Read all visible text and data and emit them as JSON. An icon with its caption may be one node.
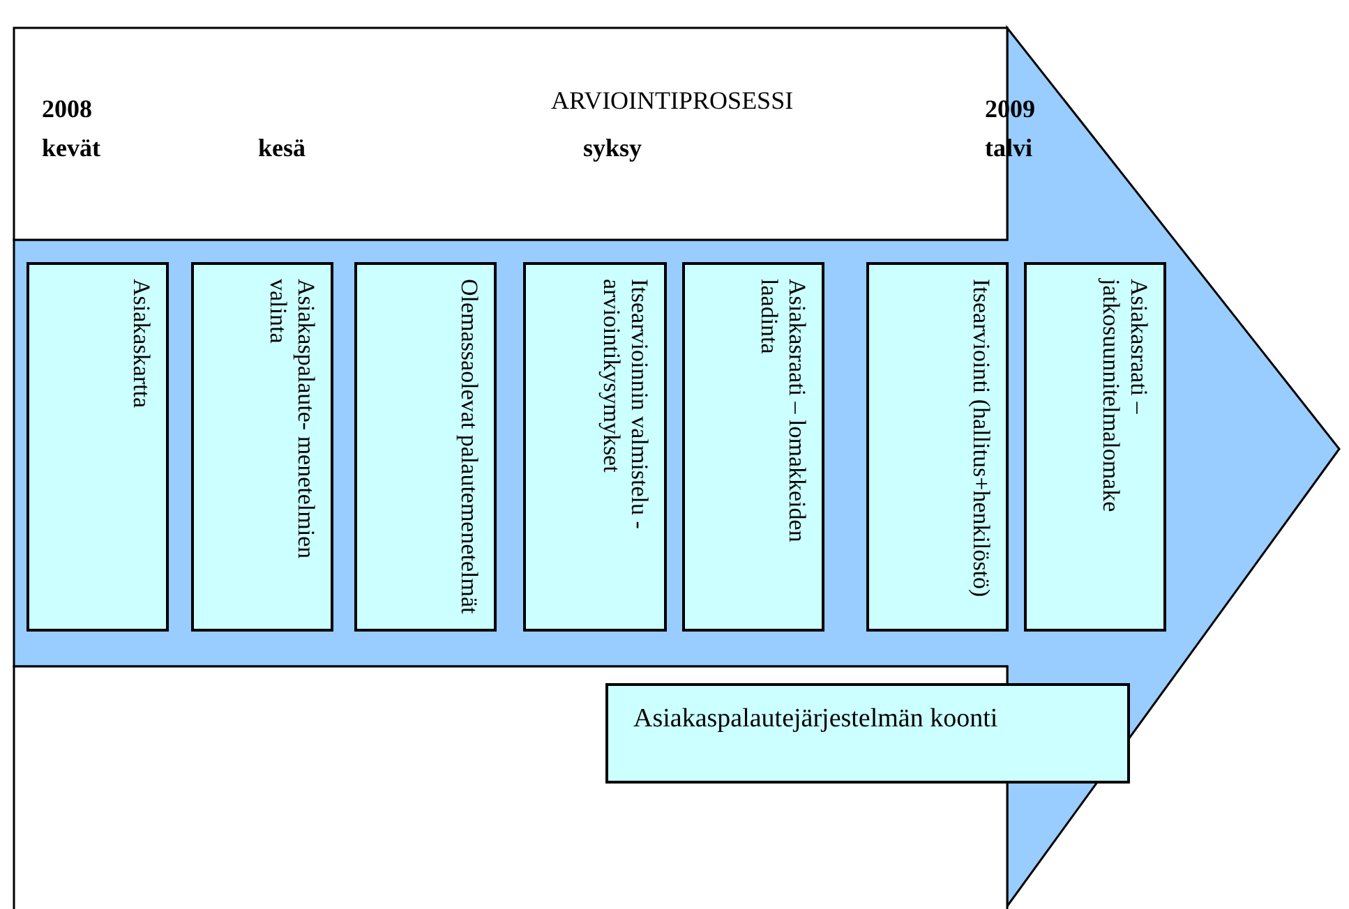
{
  "diagram": {
    "title": "ARVIOINTIPROSESSI",
    "nodes": [
      {
        "text": [
          "Asiakaskartta"
        ]
      },
      {
        "text": [
          "Asiakaspalaute- menetelmien valinta"
        ]
      },
      {
        "text": [
          "Olemassaolevat palautemenetelmät"
        ]
      },
      {
        "text": [
          "Itsearvioinnin valmistelu - arviointikysymykset"
        ]
      },
      {
        "text": [
          "Asiakasraati – lomakkeiden laadinta"
        ]
      },
      {
        "text": [
          "Itsearviointi (hallitus+henkilöstö)"
        ]
      },
      {
        "text": [
          "Asiakasraati – jatkosuunnitelmalomake"
        ]
      },
      {
        "text": [
          "Asiakaspalautejärjestelmän koonti"
        ]
      }
    ],
    "labels": [
      "2008",
      "kevät",
      "kesä",
      "syksy",
      "2009",
      "talvi"
    ]
  }
}
